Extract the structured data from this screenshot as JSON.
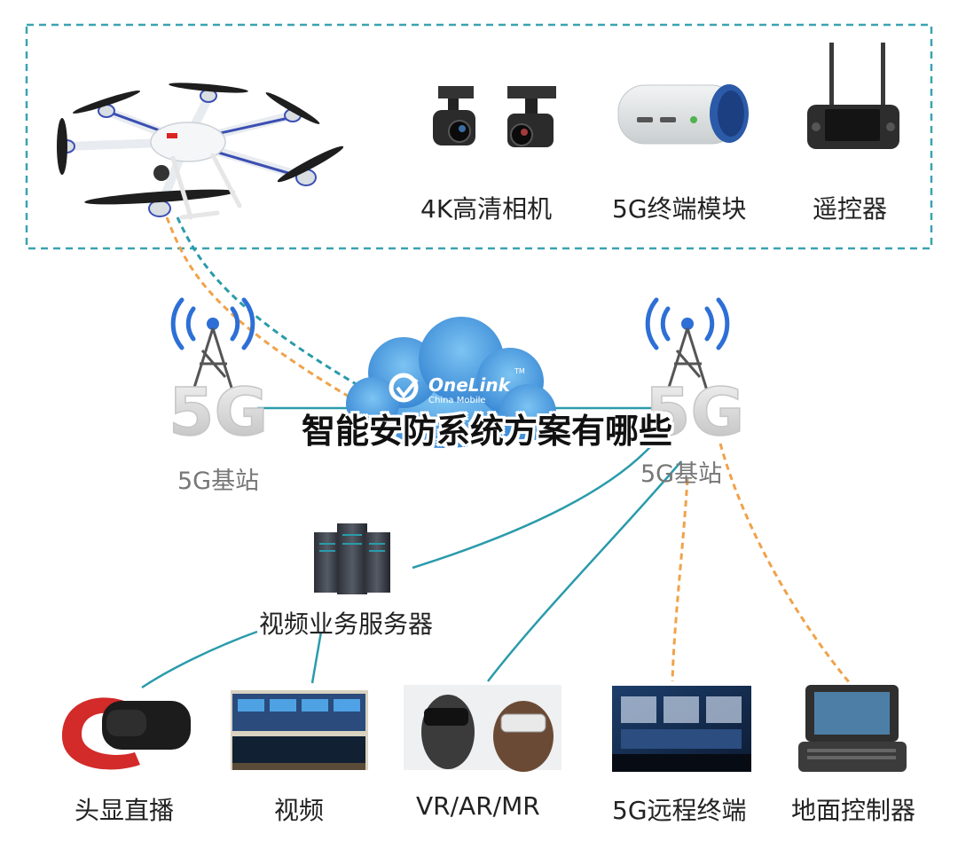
{
  "headline": "智能安防系统方案有哪些",
  "top_box": {
    "items": [
      {
        "label": "4K高清相机"
      },
      {
        "label": "5G终端模块"
      },
      {
        "label": "遥控器"
      }
    ]
  },
  "stations": [
    {
      "label": "5G基站"
    },
    {
      "label": "5G基站"
    }
  ],
  "cloud": {
    "brand": "OneLink",
    "sub": "China Mobile",
    "tm": "TM"
  },
  "server": {
    "label": "视频业务服务器"
  },
  "bottom": [
    {
      "label": "头显直播"
    },
    {
      "label": "视频"
    },
    {
      "label": "VR/AR/MR"
    },
    {
      "label": "5G远程终端"
    },
    {
      "label": "地面控制器"
    }
  ],
  "colors": {
    "teal": "#2a9bab",
    "orange": "#f0a24a",
    "box_dash": "#3aa3b0",
    "cloud": "#3a8fd6"
  }
}
